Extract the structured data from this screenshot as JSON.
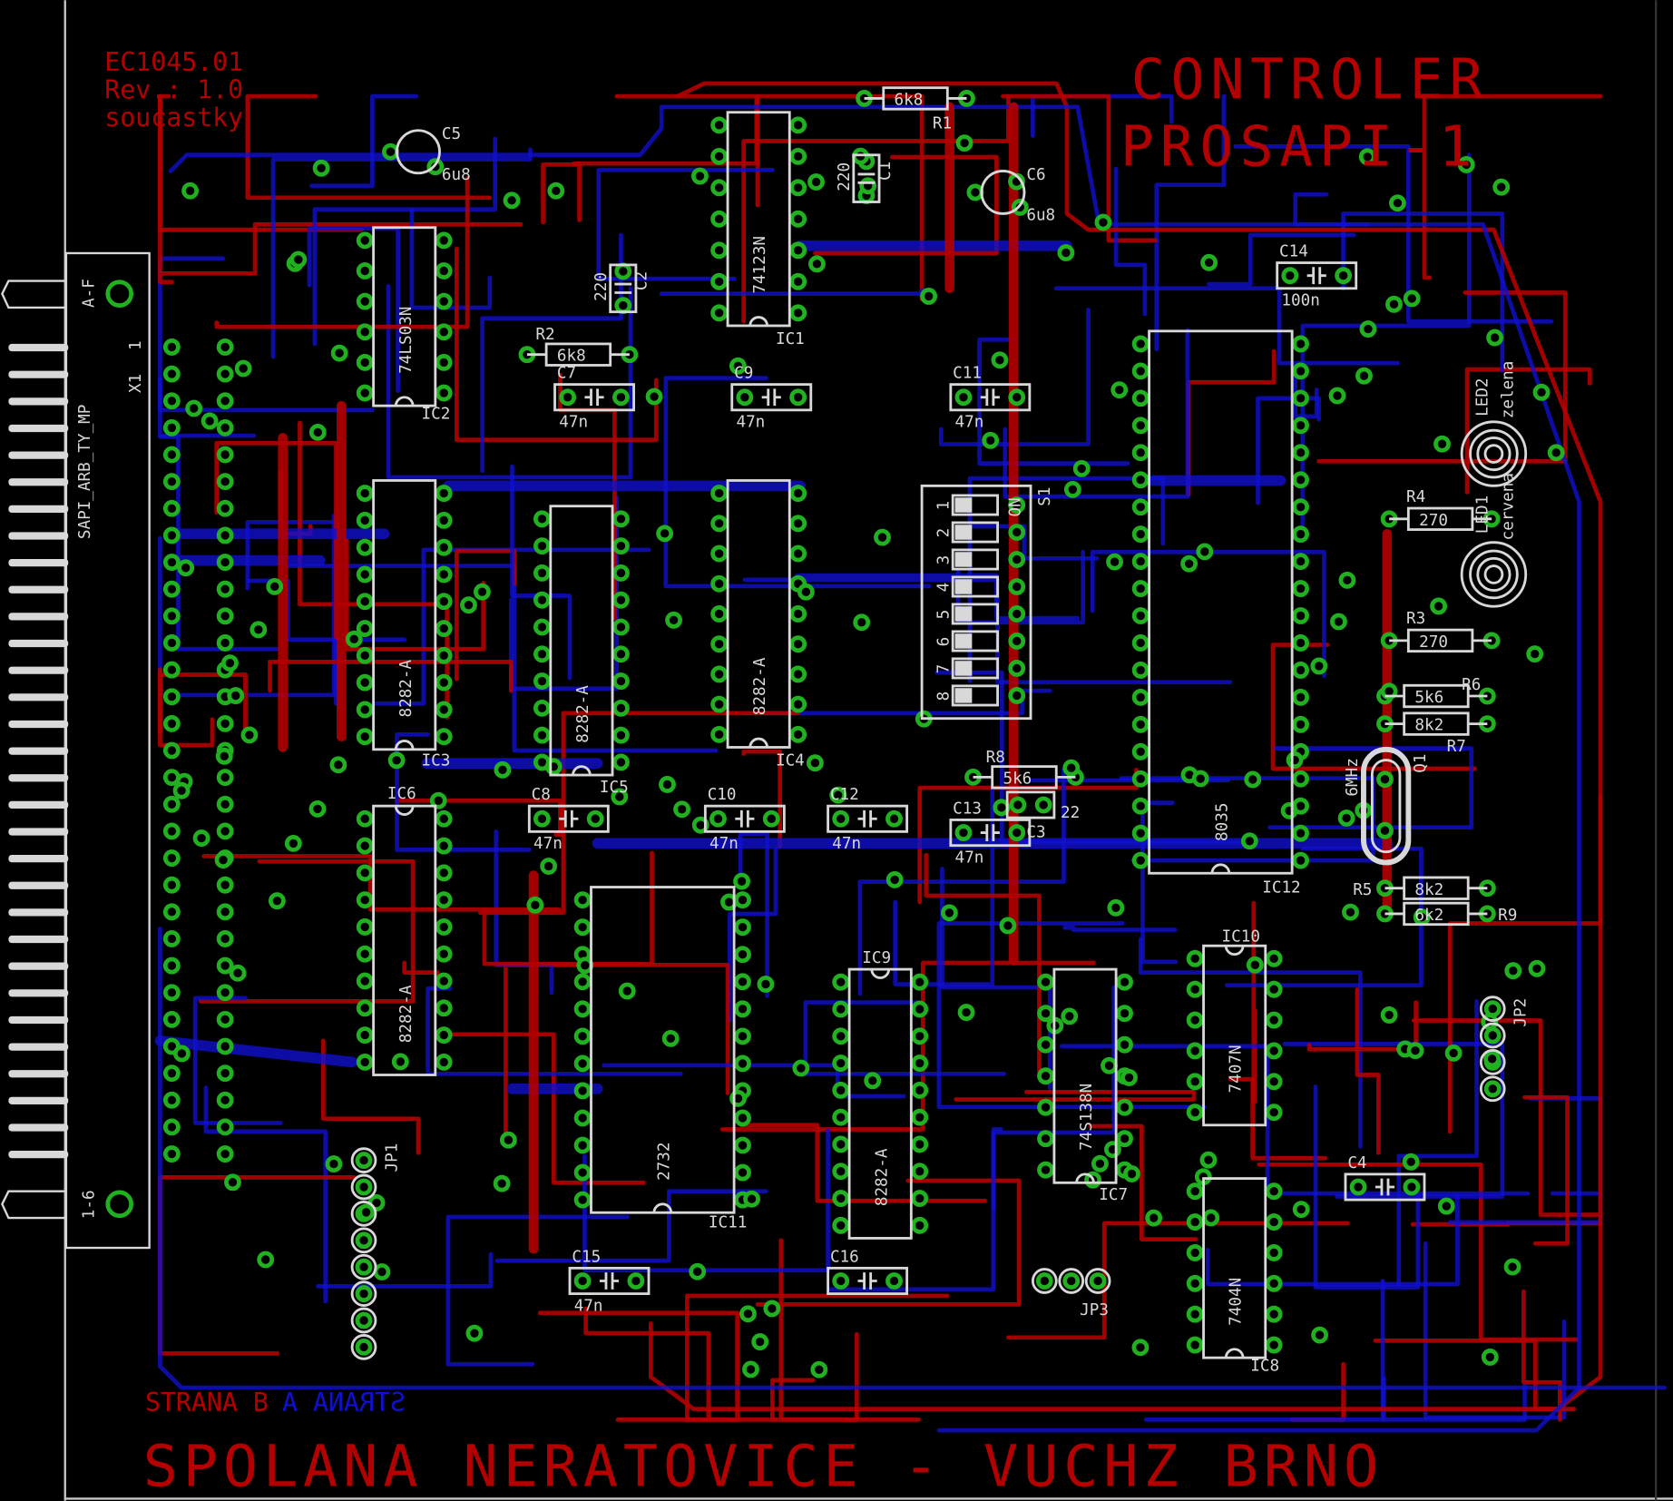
{
  "title_block": {
    "doc_number": "EC1045.01",
    "revision": "Rev.: 1.0",
    "layer_note": "soucastky",
    "board_name": "CONTROLER",
    "board_id": "PROSAPI-1",
    "side_top": "STRANA B",
    "side_bottom": "STRANA A",
    "footer": "SPOLANA NERATOVICE - VUCHZ BRNO"
  },
  "connector": {
    "ref": "X1",
    "pin1": "1",
    "name": "SAPI_ARB_TY_MP",
    "mount_top": "A-F",
    "mount_bottom": "1-6"
  },
  "ics": [
    {
      "ref": "IC1",
      "value": "74123N"
    },
    {
      "ref": "IC2",
      "value": "74LS03N"
    },
    {
      "ref": "IC3",
      "value": "8282-A"
    },
    {
      "ref": "IC4",
      "value": "8282-A"
    },
    {
      "ref": "IC5",
      "value": "8282-A"
    },
    {
      "ref": "IC6",
      "value": "8282-A"
    },
    {
      "ref": "IC7",
      "value": "74S138N"
    },
    {
      "ref": "IC8",
      "value": "7404N"
    },
    {
      "ref": "IC9",
      "value": "8282-A"
    },
    {
      "ref": "IC10",
      "value": "7407N"
    },
    {
      "ref": "IC11",
      "value": "2732"
    },
    {
      "ref": "IC12",
      "value": "8035"
    }
  ],
  "capacitors": [
    {
      "ref": "C1",
      "value": "220"
    },
    {
      "ref": "C2",
      "value": "220"
    },
    {
      "ref": "C3",
      "value": "22"
    },
    {
      "ref": "C4",
      "value": ""
    },
    {
      "ref": "C5",
      "value": "6u8"
    },
    {
      "ref": "C6",
      "value": "6u8"
    },
    {
      "ref": "C7",
      "value": "47n"
    },
    {
      "ref": "C8",
      "value": "47n"
    },
    {
      "ref": "C9",
      "value": "47n"
    },
    {
      "ref": "C10",
      "value": "47n"
    },
    {
      "ref": "C11",
      "value": "47n"
    },
    {
      "ref": "C12",
      "value": "47n"
    },
    {
      "ref": "C13",
      "value": "47n"
    },
    {
      "ref": "C14",
      "value": "100n"
    },
    {
      "ref": "C15",
      "value": "47n"
    },
    {
      "ref": "C16",
      "value": ""
    }
  ],
  "resistors": [
    {
      "ref": "R1",
      "value": "6k8"
    },
    {
      "ref": "R2",
      "value": "6k8"
    },
    {
      "ref": "R3",
      "value": "270"
    },
    {
      "ref": "R4",
      "value": "270"
    },
    {
      "ref": "R5",
      "value": "8k2"
    },
    {
      "ref": "R6",
      "value": "5k6"
    },
    {
      "ref": "R7",
      "value": "8k2"
    },
    {
      "ref": "R8",
      "value": "5k6"
    },
    {
      "ref": "R9",
      "value": "6k2"
    }
  ],
  "switch": {
    "ref": "S1",
    "on_label": "ON",
    "positions": [
      "1",
      "2",
      "3",
      "4",
      "5",
      "6",
      "7",
      "8"
    ]
  },
  "leds": [
    {
      "ref": "LED2",
      "color": "zelena"
    },
    {
      "ref": "LED1",
      "color": "cervena"
    }
  ],
  "crystal": {
    "ref": "Q1",
    "value": "6MHz"
  },
  "jumpers": [
    {
      "ref": "JP1"
    },
    {
      "ref": "JP2"
    },
    {
      "ref": "JP3"
    }
  ],
  "colors": {
    "top_copper": "#b40000",
    "bottom_copper": "#1010d0",
    "pads": "#20b020",
    "silkscreen": "#d8d8d8",
    "background": "#000000"
  }
}
